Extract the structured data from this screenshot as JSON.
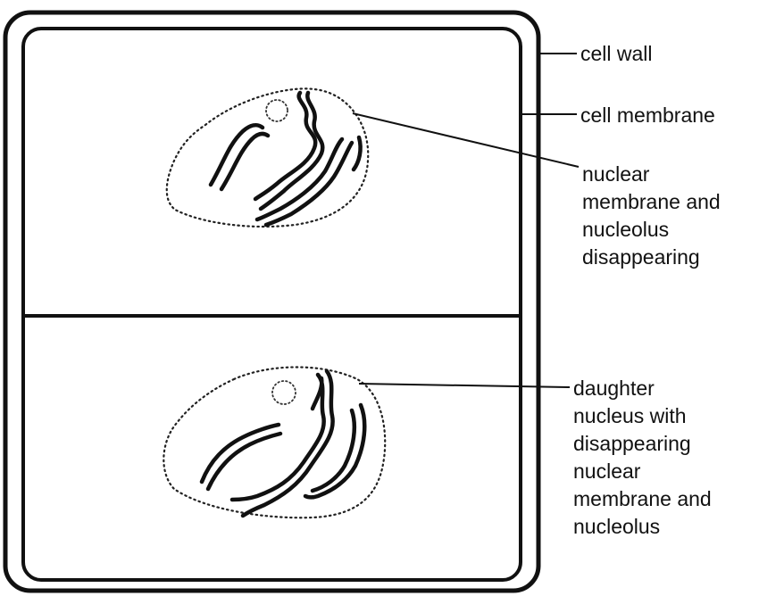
{
  "diagram": {
    "labels": {
      "cell_wall": "cell wall",
      "cell_membrane": "cell membrane",
      "nuclear_disappearing": [
        "nuclear",
        "membrane and",
        "nucleolus",
        "disappearing"
      ],
      "daughter_nucleus": [
        "daughter",
        "nucleus with",
        "disappearing",
        "nuclear",
        "membrane and",
        "nucleolus"
      ]
    }
  }
}
